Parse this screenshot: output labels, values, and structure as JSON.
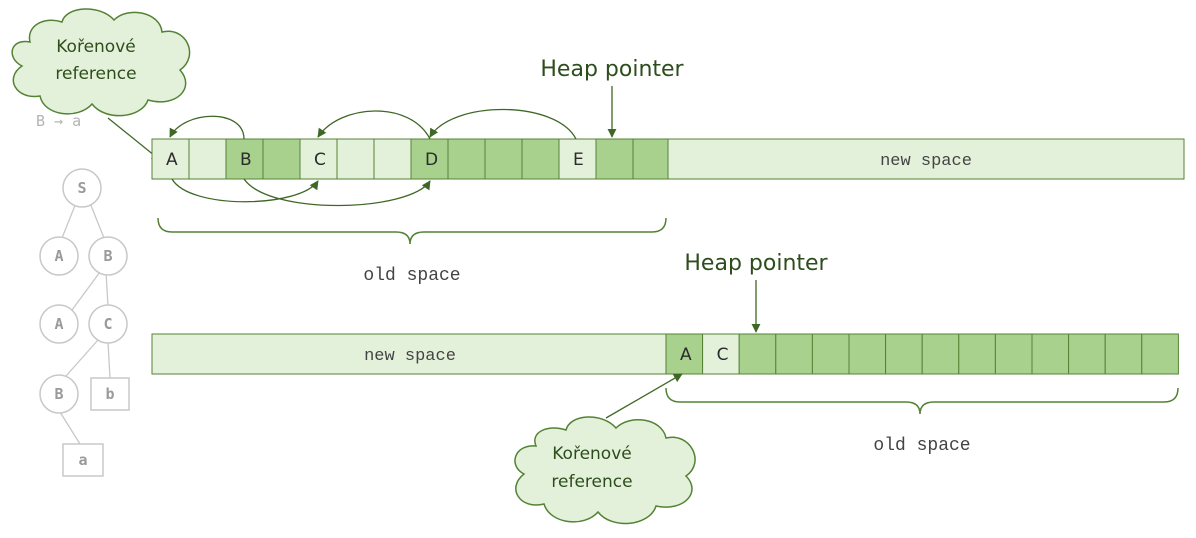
{
  "colors": {
    "light_cell": "#e4f1da",
    "dark_cell": "#a9d18e",
    "cell_border": "#548235",
    "arrow": "#3f6826",
    "cloud_fill": "#e4f1da",
    "tree_gray": "#c8c8c8",
    "tree_text": "#9a9a9a"
  },
  "top_heap": {
    "heap_pointer_label": "Heap pointer",
    "old_space_label": "old space",
    "new_space_label": "new space",
    "cells": [
      {
        "label": "A",
        "live": false
      },
      {
        "label": "",
        "live": false
      },
      {
        "label": "B",
        "live": true
      },
      {
        "label": "",
        "live": true
      },
      {
        "label": "C",
        "live": false
      },
      {
        "label": "",
        "live": false
      },
      {
        "label": "",
        "live": false
      },
      {
        "label": "D",
        "live": true
      },
      {
        "label": "",
        "live": true
      },
      {
        "label": "",
        "live": true
      },
      {
        "label": "",
        "live": true
      },
      {
        "label": "E",
        "live": false
      },
      {
        "label": "",
        "live": true
      },
      {
        "label": "",
        "live": true
      }
    ],
    "root_cloud": "Kořenové reference"
  },
  "bottom_heap": {
    "heap_pointer_label": "Heap pointer",
    "old_space_label": "old space",
    "new_space_label": "new space",
    "cells": [
      {
        "label": "A",
        "live": true
      },
      {
        "label": "C",
        "live": false
      },
      {
        "label": "",
        "live": true
      },
      {
        "label": "",
        "live": true
      },
      {
        "label": "",
        "live": true
      },
      {
        "label": "",
        "live": true
      },
      {
        "label": "",
        "live": true
      },
      {
        "label": "",
        "live": true
      },
      {
        "label": "",
        "live": true
      },
      {
        "label": "",
        "live": true
      },
      {
        "label": "",
        "live": true
      },
      {
        "label": "",
        "live": true
      },
      {
        "label": "",
        "live": true
      },
      {
        "label": "",
        "live": true
      }
    ],
    "root_cloud": "Kořenové reference"
  },
  "cloud_lines": {
    "top": [
      "Kořenové",
      "reference"
    ],
    "bottom": [
      "Kořenové",
      "reference"
    ]
  },
  "tree": {
    "rule_text": "B → a",
    "nodes": [
      "S",
      "A",
      "B",
      "A",
      "C",
      "B",
      "b",
      "a"
    ]
  }
}
